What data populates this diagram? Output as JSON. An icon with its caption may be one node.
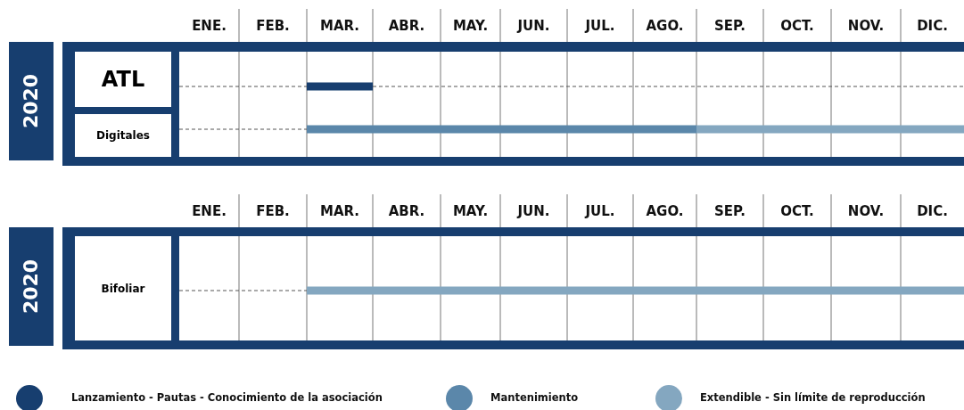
{
  "diagram": {
    "nodes": [
      {
        "text": [
          "2020"
        ]
      },
      {
        "text": [
          "ATL"
        ]
      },
      {
        "text": [
          "Digitales"
        ]
      },
      {
        "text": [
          "2020"
        ]
      },
      {
        "text": [
          "Bifoliar"
        ]
      }
    ],
    "edges": [],
    "labels": [
      "ENE.",
      "FEB.",
      "MAR.",
      "ABR.",
      "MAY.",
      "JUN.",
      "JUL.",
      "AGO.",
      "SEP.",
      "OCT.",
      "NOV.",
      "DIC.",
      "ENE.",
      "FEB.",
      "MAR.",
      "ABR.",
      "MAY.",
      "JUN.",
      "JUL.",
      "AGO.",
      "SEP.",
      "OCT.",
      "NOV.",
      "DIC."
    ],
    "legend": [
      {
        "text": "Lanzamiento - Pautas - Conocimiento de la asociación",
        "color": "#173e6f"
      },
      {
        "text": "Mantenimiento",
        "color": "#5b87aa"
      },
      {
        "text": "Extendible - Sin límite de reproducción",
        "color": "#84a7c0"
      }
    ]
  }
}
